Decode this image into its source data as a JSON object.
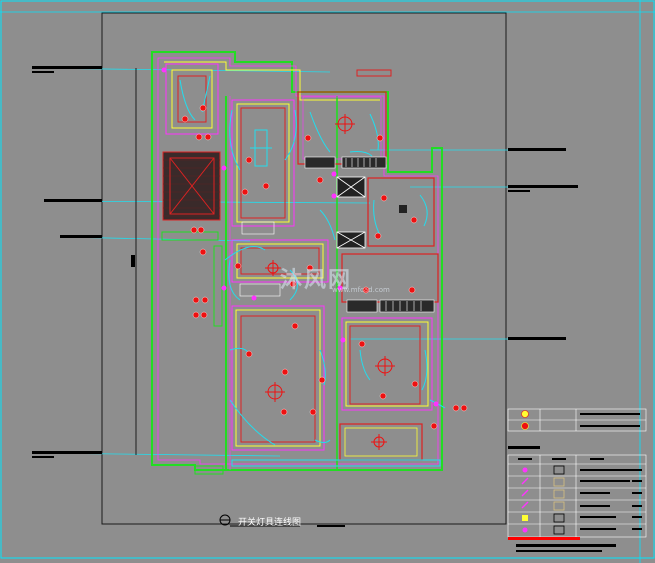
{
  "title": "开关灯具连线图",
  "watermark": {
    "text": "沐风网",
    "url": "www.mfcad.com"
  },
  "colors": {
    "background": "#8e8e8e",
    "frame": "#00e5ff",
    "wall_green": "#22dd22",
    "wall_red": "#dd2222",
    "wall_yellow": "#ffff33",
    "wall_magenta": "#ff33ff",
    "wire_cyan": "#22ddee",
    "fixture_red": "#ee1111",
    "hatch_dark": "#2a2a2a",
    "leader_black": "#000000",
    "title_bar_red": "#ff0000"
  },
  "icons": [
    "ceiling-light-icon",
    "switch-icon",
    "downlight-icon",
    "exhaust-fan-icon",
    "compass-mark-icon"
  ]
}
